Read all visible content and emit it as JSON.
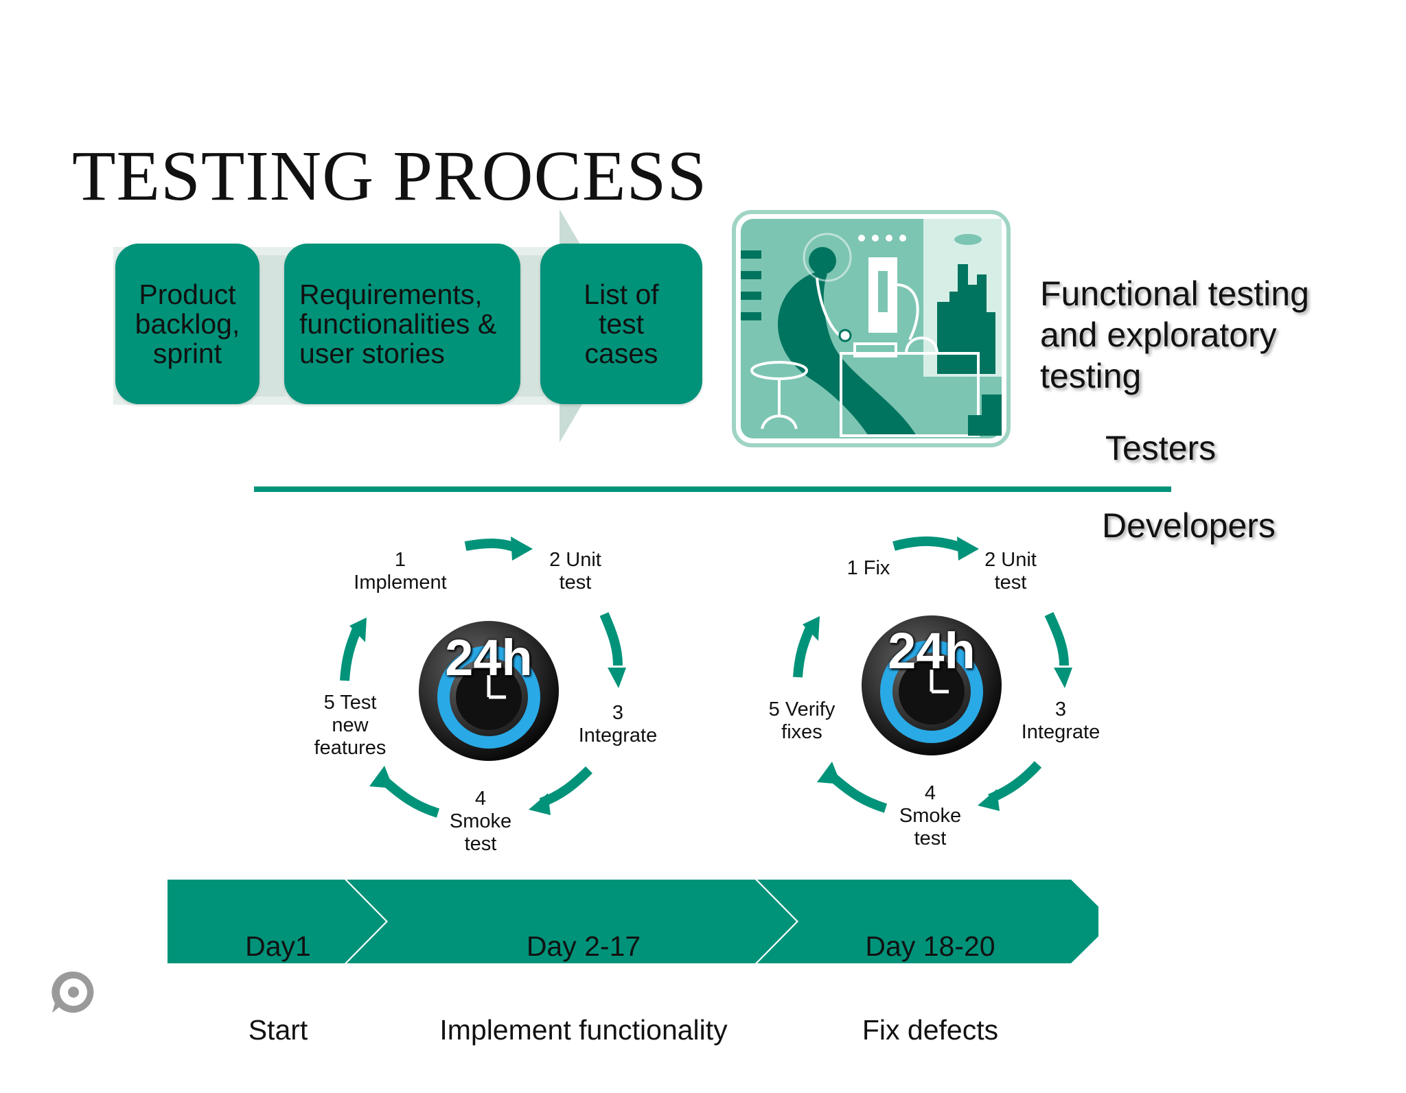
{
  "title": "TESTING PROCESS",
  "colors": {
    "teal": "#00937a",
    "teal_dark": "#00745f",
    "teal_light": "#7cc5b2",
    "chevron_grey": "#c9dcd6",
    "clock_blue": "#29a9e6"
  },
  "testers": {
    "boxes": [
      {
        "label": "Product\nbacklog,\nsprint"
      },
      {
        "label": "Requirements,\nfunctionalities &\nuser stories"
      },
      {
        "label": "List of\ntest\ncases"
      }
    ],
    "illustration_icon": "tester-at-desk-icon",
    "activity": "Functional testing\nand exploratory\ntesting",
    "role_label": "Testers"
  },
  "developers": {
    "role_label": "Developers",
    "cycles": [
      {
        "clock_label": "24h",
        "steps": [
          "1\nImplement",
          "2 Unit\ntest",
          "3\nIntegrate",
          "4\nSmoke\ntest",
          "5 Test\nnew\nfeatures"
        ]
      },
      {
        "clock_label": "24h",
        "steps": [
          "1 Fix",
          "2 Unit\ntest",
          "3\nIntegrate",
          "4\nSmoke\ntest",
          "5 Verify\nfixes"
        ]
      }
    ]
  },
  "timeline": [
    {
      "title": "Day1",
      "subtitle": "Start"
    },
    {
      "title": "Day 2-17",
      "subtitle": "Implement functionality"
    },
    {
      "title": "Day 18-20",
      "subtitle": "Fix defects"
    }
  ],
  "logo_icon": "viewer-logo-icon"
}
